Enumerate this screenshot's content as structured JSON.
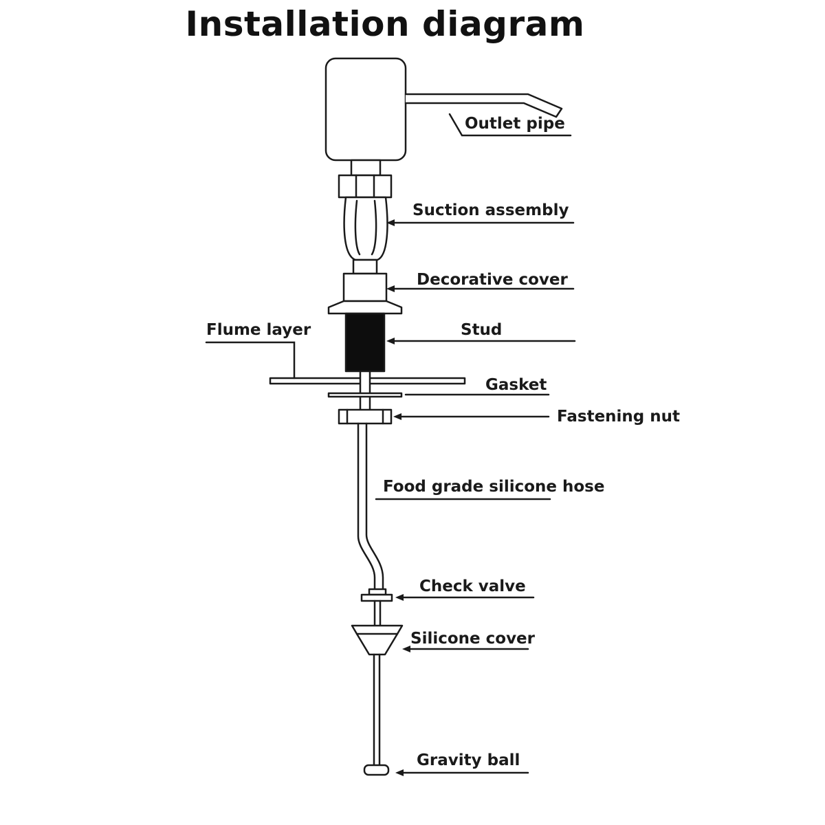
{
  "title": "Installation diagram",
  "labels": {
    "outlet_pipe": "Outlet pipe",
    "suction_assembly": "Suction assembly",
    "decorative_cover": "Decorative cover",
    "flume_layer": "Flume layer",
    "stud": "Stud",
    "gasket": "Gasket",
    "fastening_nut": "Fastening nut",
    "hose": "Food grade silicone hose",
    "check_valve": "Check valve",
    "silicone_cover": "Silicone cover",
    "gravity_ball": "Gravity ball"
  },
  "colors": {
    "ink": "#1a1a1a",
    "stud_fill": "#0d0d0d"
  }
}
